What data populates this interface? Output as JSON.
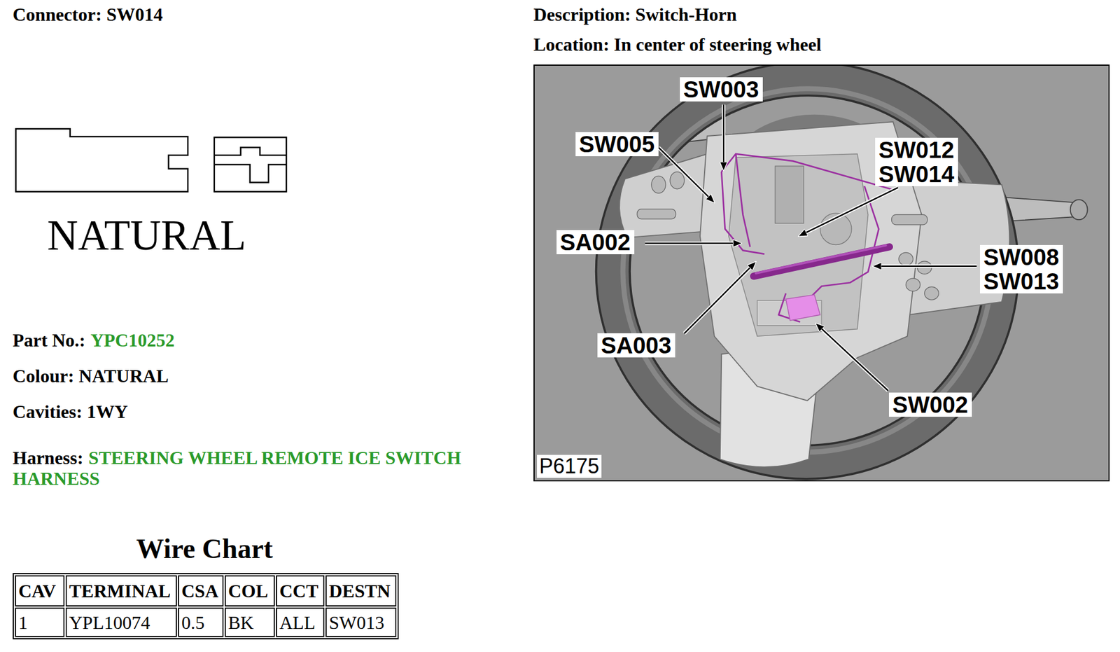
{
  "diagram": {
    "nodes": [
      {
        "text": [
          "P6175"
        ]
      },
      {
        "text": [
          "SW003"
        ],
        "in": 0
      },
      {
        "text": [
          "SW005"
        ],
        "in": 0
      },
      {
        "text": [
          "SW012",
          "SW014"
        ],
        "in": 0
      },
      {
        "text": [
          "SA002"
        ],
        "in": 0
      },
      {
        "text": [
          "SW008",
          "SW013"
        ],
        "in": 0
      },
      {
        "text": [
          "SA003"
        ],
        "in": 0
      },
      {
        "text": [
          "SW002"
        ],
        "in": 0
      }
    ],
    "labels": [
      "Connector: SW014",
      "Description: Switch-Horn",
      "Location: In center of steering wheel",
      "NATURAL",
      "Part No.:",
      "YPC10252",
      "Colour: NATURAL",
      "Cavities: 1WY",
      "Harness:",
      "STEERING WHEEL REMOTE ICE SWITCH HARNESS",
      "Wire Chart",
      "CAV",
      "TERMINAL",
      "CSA",
      "COL",
      "CCT",
      "DESTN",
      "1",
      "YPL10074",
      "0.5",
      "BK",
      "ALL",
      "SW013"
    ]
  }
}
